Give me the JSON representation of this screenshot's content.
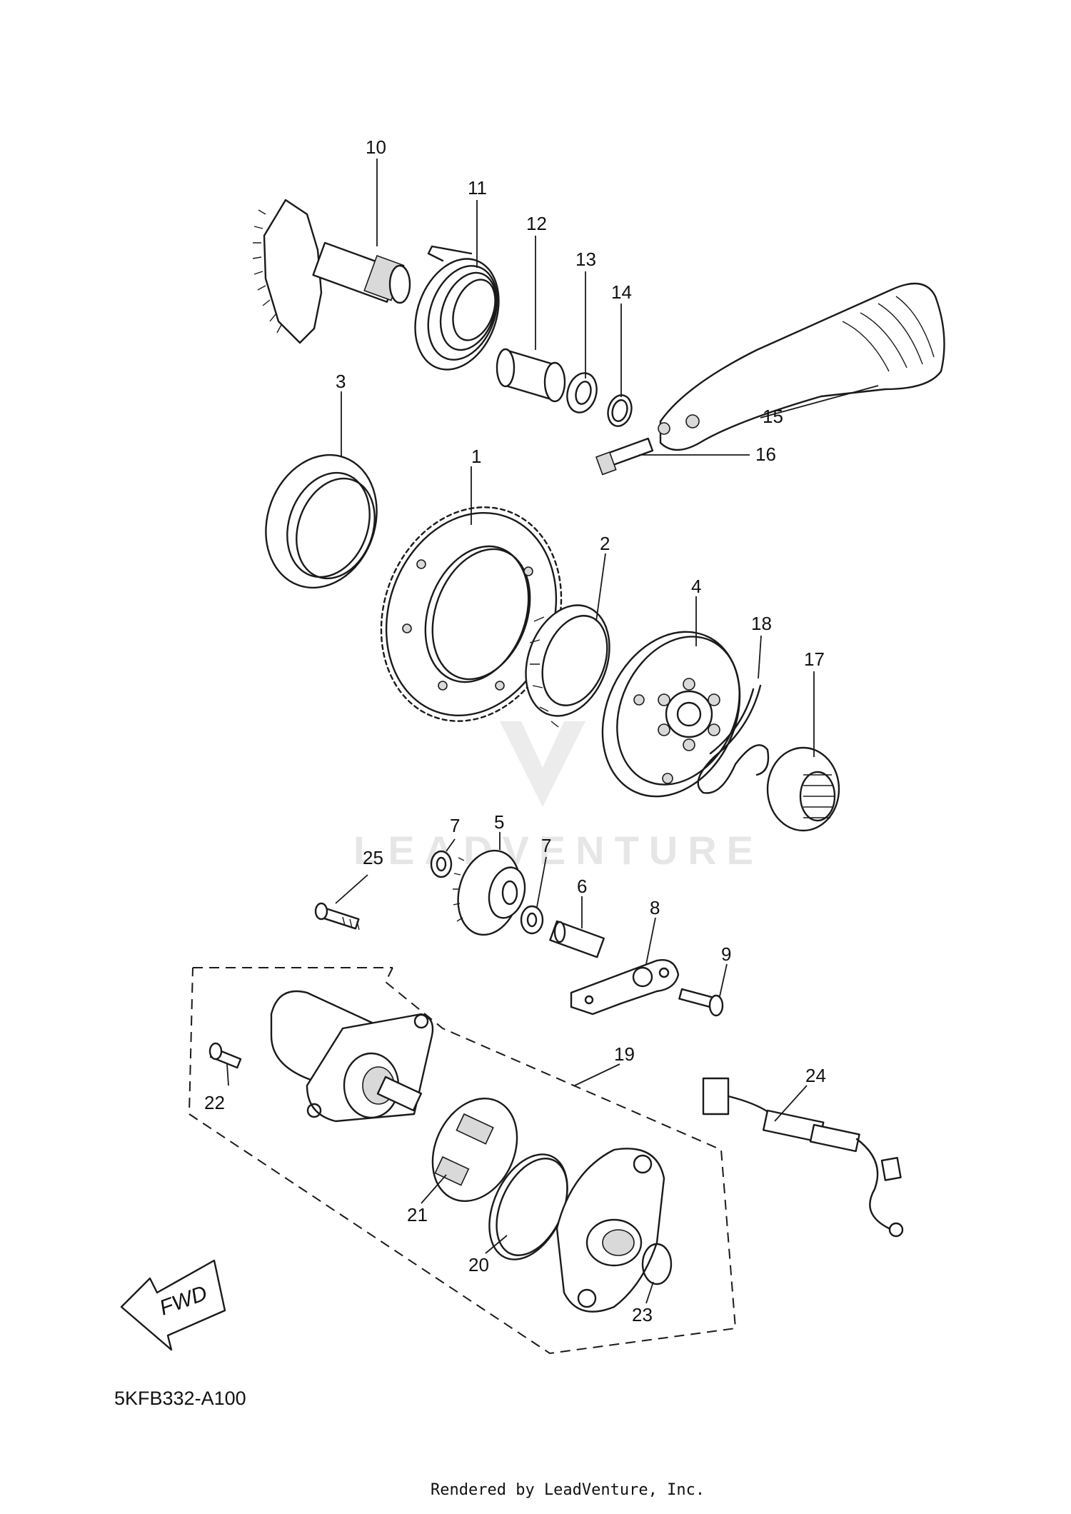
{
  "diagram": {
    "labels": [
      "1",
      "2",
      "3",
      "4",
      "5",
      "6",
      "7",
      "7",
      "8",
      "9",
      "10",
      "11",
      "12",
      "13",
      "14",
      "15",
      "16",
      "17",
      "18",
      "19",
      "20",
      "21",
      "22",
      "23",
      "24",
      "25"
    ],
    "direction_label": "FWD",
    "diagram_code": "5KFB332-A100",
    "watermark": "LEADVENTURE",
    "credit": "Rendered by LeadVenture, Inc."
  }
}
